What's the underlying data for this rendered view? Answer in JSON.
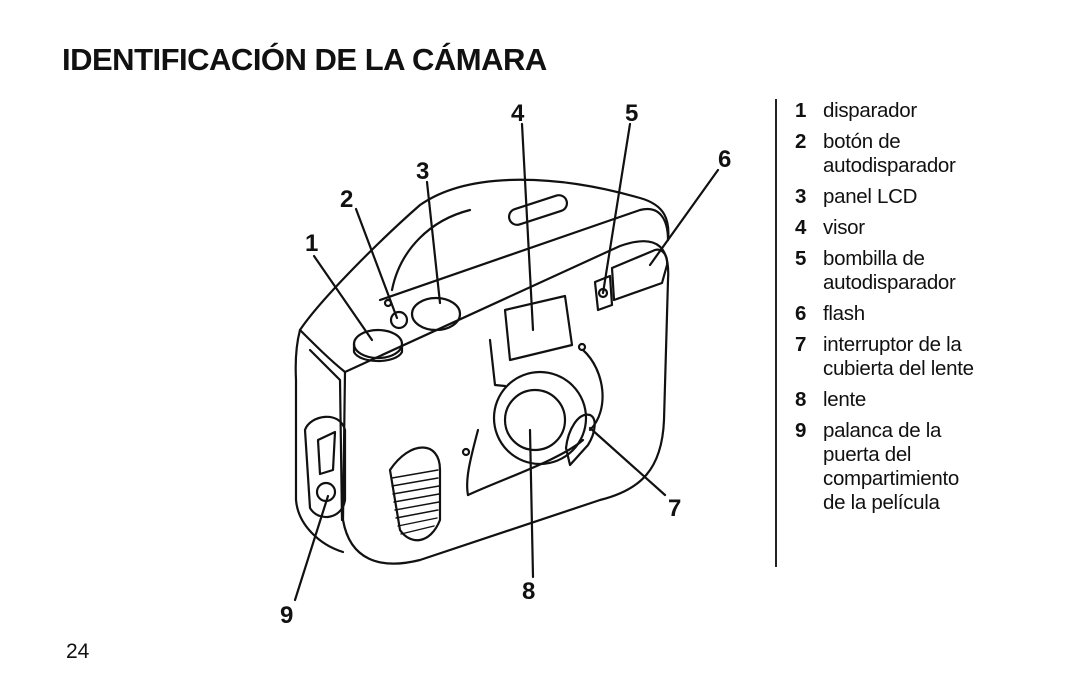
{
  "page": {
    "title": "IDENTIFICACIÓN DE LA CÁMARA",
    "number": "24"
  },
  "figure": {
    "callouts": [
      "1",
      "2",
      "3",
      "4",
      "5",
      "6",
      "7",
      "8",
      "9"
    ]
  },
  "legend": {
    "items": [
      {
        "num": "1",
        "text": "disparador"
      },
      {
        "num": "2",
        "text": "botón de\nautodisparador"
      },
      {
        "num": "3",
        "text": "panel LCD"
      },
      {
        "num": "4",
        "text": "visor"
      },
      {
        "num": "5",
        "text": "bombilla de\nautodisparador"
      },
      {
        "num": "6",
        "text": "flash"
      },
      {
        "num": "7",
        "text": "interruptor de la\ncubierta del lente"
      },
      {
        "num": "8",
        "text": "lente"
      },
      {
        "num": "9",
        "text": "palanca de la\npuerta del\ncompartimiento\nde la película"
      }
    ]
  }
}
